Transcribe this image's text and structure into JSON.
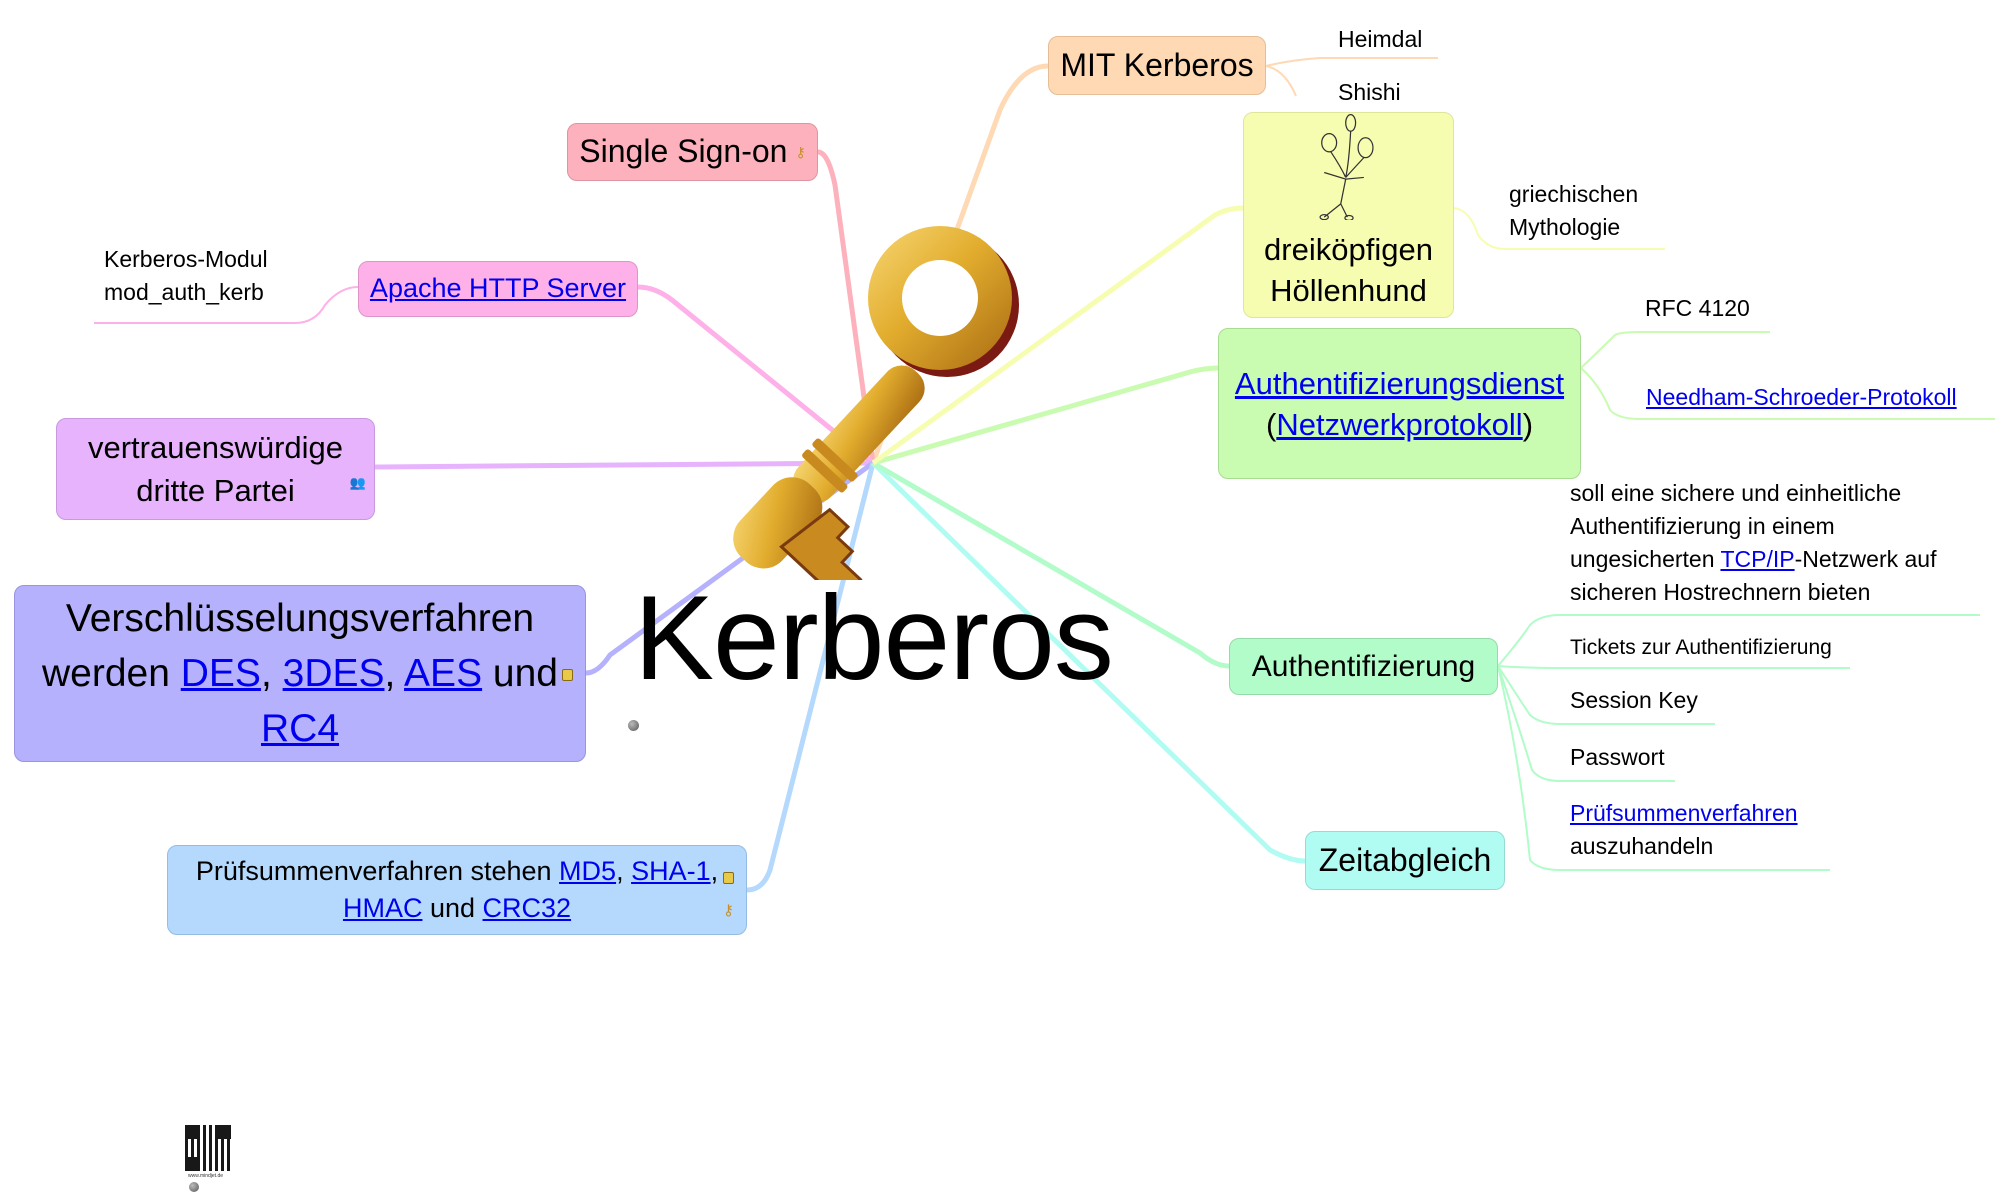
{
  "central": {
    "title": "Kerberos"
  },
  "branches": {
    "mit_kerberos": {
      "label": "MIT Kerberos",
      "color": "#fed9b4",
      "children": [
        "Heimdal",
        "Shishi"
      ]
    },
    "hoellenhund": {
      "line1": "dreiköpfigen",
      "line2": "Höllenhund",
      "color": "#f7fdb0",
      "image": "three-headed-figure",
      "children": {
        "line1": "griechischen",
        "line2": "Mythologie"
      }
    },
    "authdienst": {
      "link1": "Authentifizierungsdienst",
      "open": "(",
      "link2": "Netzwerkprotokoll",
      "close": ")",
      "color": "#c9fbb1",
      "children": [
        "RFC 4120",
        "Needham-Schroeder-Protokoll"
      ]
    },
    "authentifizierung": {
      "label": "Authentifizierung",
      "color": "#b1fcc9",
      "children": {
        "desc": {
          "line1": "soll eine sichere und einheitliche",
          "line2": "Authentifizierung in einem",
          "line3_pre": "ungesicherten ",
          "line3_link": "TCP/IP",
          "line3_post": "-Netzwerk auf",
          "line4": "sicheren Hostrechnern bieten"
        },
        "tickets": "Tickets zur Authentifizierung",
        "session_key": "Session Key",
        "passwort": "Passwort",
        "pruef_link": "Prüfsummenverfahren",
        "pruef_rest": "auszuhandeln"
      }
    },
    "zeitabgleich": {
      "label": "Zeitabgleich",
      "color": "#b1fcf2"
    },
    "pruefsummen": {
      "pre": "Prüfsummenverfahren stehen ",
      "md5": "MD5",
      "sep1": ", ",
      "sha1": "SHA-1",
      "sep2": ",",
      "hmac": "HMAC",
      "und": " und ",
      "crc32": "CRC32",
      "color": "#b4d9fd"
    },
    "verschluesselung": {
      "line1": "Verschlüsselungsverfahren",
      "pre": "werden ",
      "des": "DES",
      "c1": ", ",
      "tdes": "3DES",
      "c2": ", ",
      "aes": "AES",
      "und": " und",
      "rc4": "RC4",
      "color": "#b5b1fc"
    },
    "dritte_partei": {
      "line1": "vertrauenswürdige",
      "line2": "dritte Partei",
      "color": "#e6b3fc"
    },
    "apache": {
      "label": "Apache HTTP Server",
      "color": "#fdb1e8",
      "children": {
        "line1": "Kerberos-Modul",
        "line2": "mod_auth_kerb"
      }
    },
    "sso": {
      "label": "Single Sign-on",
      "color": "#fdb1bc"
    }
  },
  "footer": {
    "qr_caption": "www.mindjet.de"
  },
  "icons": [
    "key-icon",
    "lock-icon",
    "users-icon",
    "globe-icon",
    "qr-code"
  ]
}
